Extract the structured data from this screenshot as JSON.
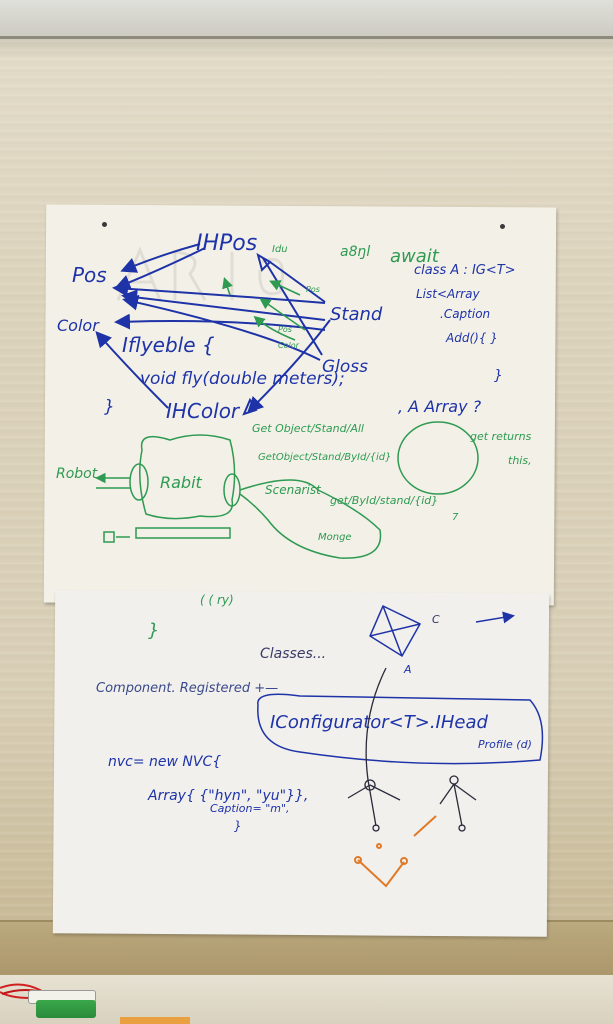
{
  "top_sheet": {
    "ihpos": "IHPos",
    "ihpos_side": "Idu",
    "top_scribble": "a8ŋl",
    "await": "await",
    "pos": "Pos",
    "color": "Color",
    "stand": "Stand",
    "gloss": "Gloss",
    "iflyeble": "Iflyeble {",
    "void_fly": "void fly(double meters);",
    "close_brace": "}",
    "ihcolor": "IHColor",
    "small_a": "Pos",
    "small_b": "Pos",
    "small_c": "Color",
    "class_line": "class A : IG<T>",
    "array_line": "List<Array",
    "caption": ".Caption",
    "add_line": "Add(){ }",
    "right_brace": "}",
    "a_array": ", A Array ?",
    "get_all": "Get Object/Stand/All",
    "get_by_id": "GetObject/Stand/ById/{id}",
    "get_returns": "get returns",
    "this_text": "this,",
    "robot": "Robot",
    "rabit": "Rabit",
    "scenarist": "Scenarist",
    "get_id_stand": "get/ById/stand/{id}",
    "monge": "Monge",
    "num7": "7"
  },
  "bottom_sheet": {
    "top_frag": "(  ( ry)",
    "brace": "}",
    "classes": "Classes...",
    "letter_c": "C",
    "letter_a": "A",
    "component": "Component. Registered +—",
    "iconfig": "IConfigurator<T>.IHead",
    "profile": "Profile (d)",
    "nvc": "nvc= new NVC{",
    "array_line": "Array{ {\"hyn\", \"yu\"}},",
    "caption_line": "Caption= \"m\",",
    "close": "}"
  },
  "colors": {
    "blue_marker": "#1f33a8",
    "green_marker": "#2e9a52",
    "orange_marker": "#e07a28",
    "paper": "#f3f1e7"
  }
}
